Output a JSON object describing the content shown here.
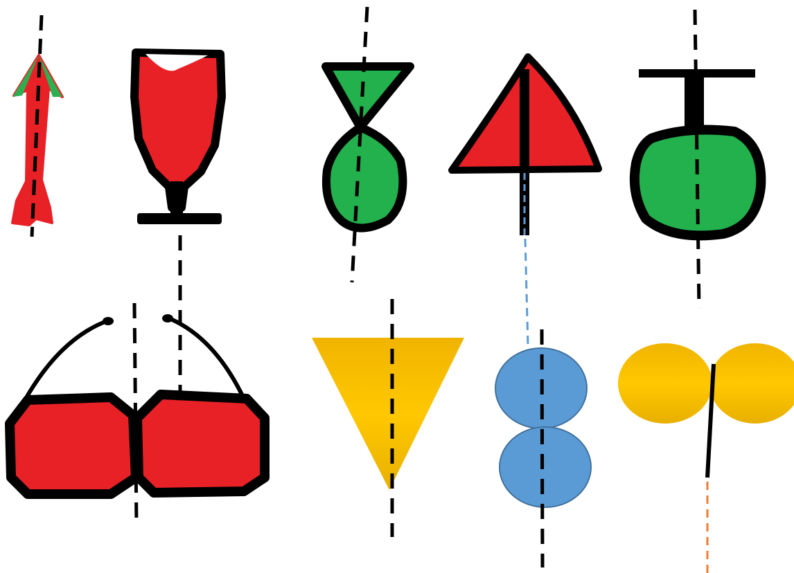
{
  "colors": {
    "red": "#e82127",
    "green": "#22b14c",
    "yellow": "#fcc400",
    "blue": "#5b9bd5",
    "outline": "#000000",
    "arrow_tip": "#2eae50",
    "blue_dash": "#5b9bd5",
    "orange_dash": "#ed7d31"
  },
  "figures": [
    {
      "name": "arrow",
      "color": "red"
    },
    {
      "name": "goblet",
      "color": "red"
    },
    {
      "name": "hourglass-bow",
      "color": "green"
    },
    {
      "name": "umbrella",
      "color": "red"
    },
    {
      "name": "round-tag",
      "color": "green"
    },
    {
      "name": "glasses",
      "color": "red"
    },
    {
      "name": "triangle",
      "color": "yellow"
    },
    {
      "name": "double-circle",
      "color": "blue"
    },
    {
      "name": "double-oval",
      "color": "yellow"
    }
  ]
}
